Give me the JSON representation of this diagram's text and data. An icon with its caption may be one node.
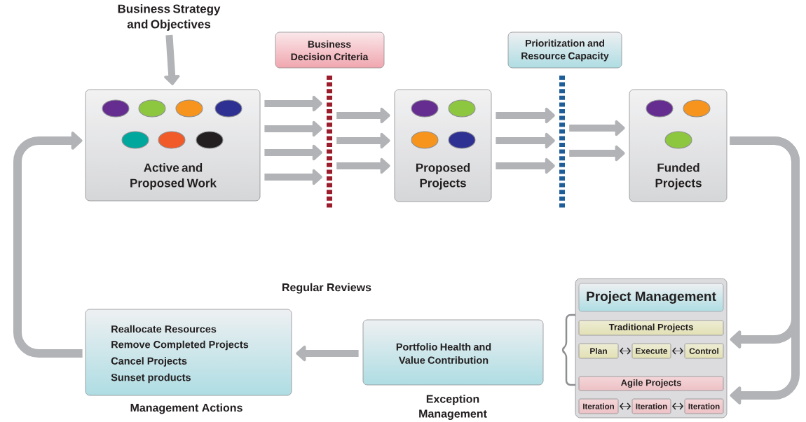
{
  "diagram": {
    "nodes": [
      {
        "text": [
          "Business Strategy and Objectives"
        ]
      },
      {
        "text": [
          "Active and Proposed Work"
        ]
      },
      {
        "text": [
          "Business Decision Criteria"
        ]
      },
      {
        "text": [],
        "shape": "bar"
      },
      {
        "text": [
          "Proposed Projects"
        ]
      },
      {
        "text": [
          "Prioritization and Resource Capacity"
        ]
      },
      {
        "text": [],
        "shape": "bar"
      },
      {
        "text": [
          "Funded Projects"
        ]
      },
      {
        "text": [
          "Project Management"
        ]
      },
      {
        "text": [
          "Traditional Projects"
        ],
        "in": 8
      },
      {
        "text": [
          "Plan"
        ],
        "in": 8
      },
      {
        "text": [
          "Execute"
        ],
        "in": 8
      },
      {
        "text": [
          "Control"
        ],
        "in": 8
      },
      {
        "text": [
          "Agile Projects"
        ],
        "in": 8
      },
      {
        "text": [
          "Iteration"
        ],
        "in": 8
      },
      {
        "text": [
          "Iteration"
        ],
        "in": 8
      },
      {
        "text": [
          "Iteration"
        ],
        "in": 8
      },
      {
        "text": [
          "Portfolio Health and Value Contribution"
        ],
        "beside": [
          "Exception Management"
        ]
      },
      {
        "text": [
          "Reallocate Resources",
          "Remove Completed Projects",
          "Cancel Projects",
          "Sunset products"
        ],
        "beside": [
          "Management Actions"
        ]
      }
    ],
    "edges": [
      {
        "from": 0,
        "to": 1,
        "arrow": "to"
      },
      {
        "from": 1,
        "to": 3,
        "arrow": "to"
      },
      {
        "from": 1,
        "to": 3,
        "arrow": "to"
      },
      {
        "from": 1,
        "to": 3,
        "arrow": "to"
      },
      {
        "from": 1,
        "to": 3,
        "arrow": "to"
      },
      {
        "from": 3,
        "to": 4,
        "arrow": "to"
      },
      {
        "from": 3,
        "to": 4,
        "arrow": "to"
      },
      {
        "from": 3,
        "to": 4,
        "arrow": "to"
      },
      {
        "from": 4,
        "to": 6,
        "arrow": "to"
      },
      {
        "from": 4,
        "to": 6,
        "arrow": "to"
      },
      {
        "from": 4,
        "to": 6,
        "arrow": "to"
      },
      {
        "from": 6,
        "to": 7,
        "arrow": "to"
      },
      {
        "from": 6,
        "to": 7,
        "arrow": "to"
      },
      {
        "from": 7,
        "to": 8,
        "arrow": "to"
      },
      {
        "from": 7,
        "to": 8,
        "arrow": "to"
      },
      {
        "from": 10,
        "to": 11,
        "arrow": "both",
        "color": "#231f20"
      },
      {
        "from": 11,
        "to": 12,
        "arrow": "both",
        "color": "#231f20"
      },
      {
        "from": 14,
        "to": 15,
        "arrow": "both",
        "color": "#231f20"
      },
      {
        "from": 15,
        "to": 16,
        "arrow": "both",
        "color": "#231f20"
      },
      {
        "from": 17,
        "to": 18,
        "arrow": "to"
      },
      {
        "from": 18,
        "to": 1,
        "arrow": "to"
      }
    ],
    "labels": [
      "Regular Reviews"
    ]
  }
}
